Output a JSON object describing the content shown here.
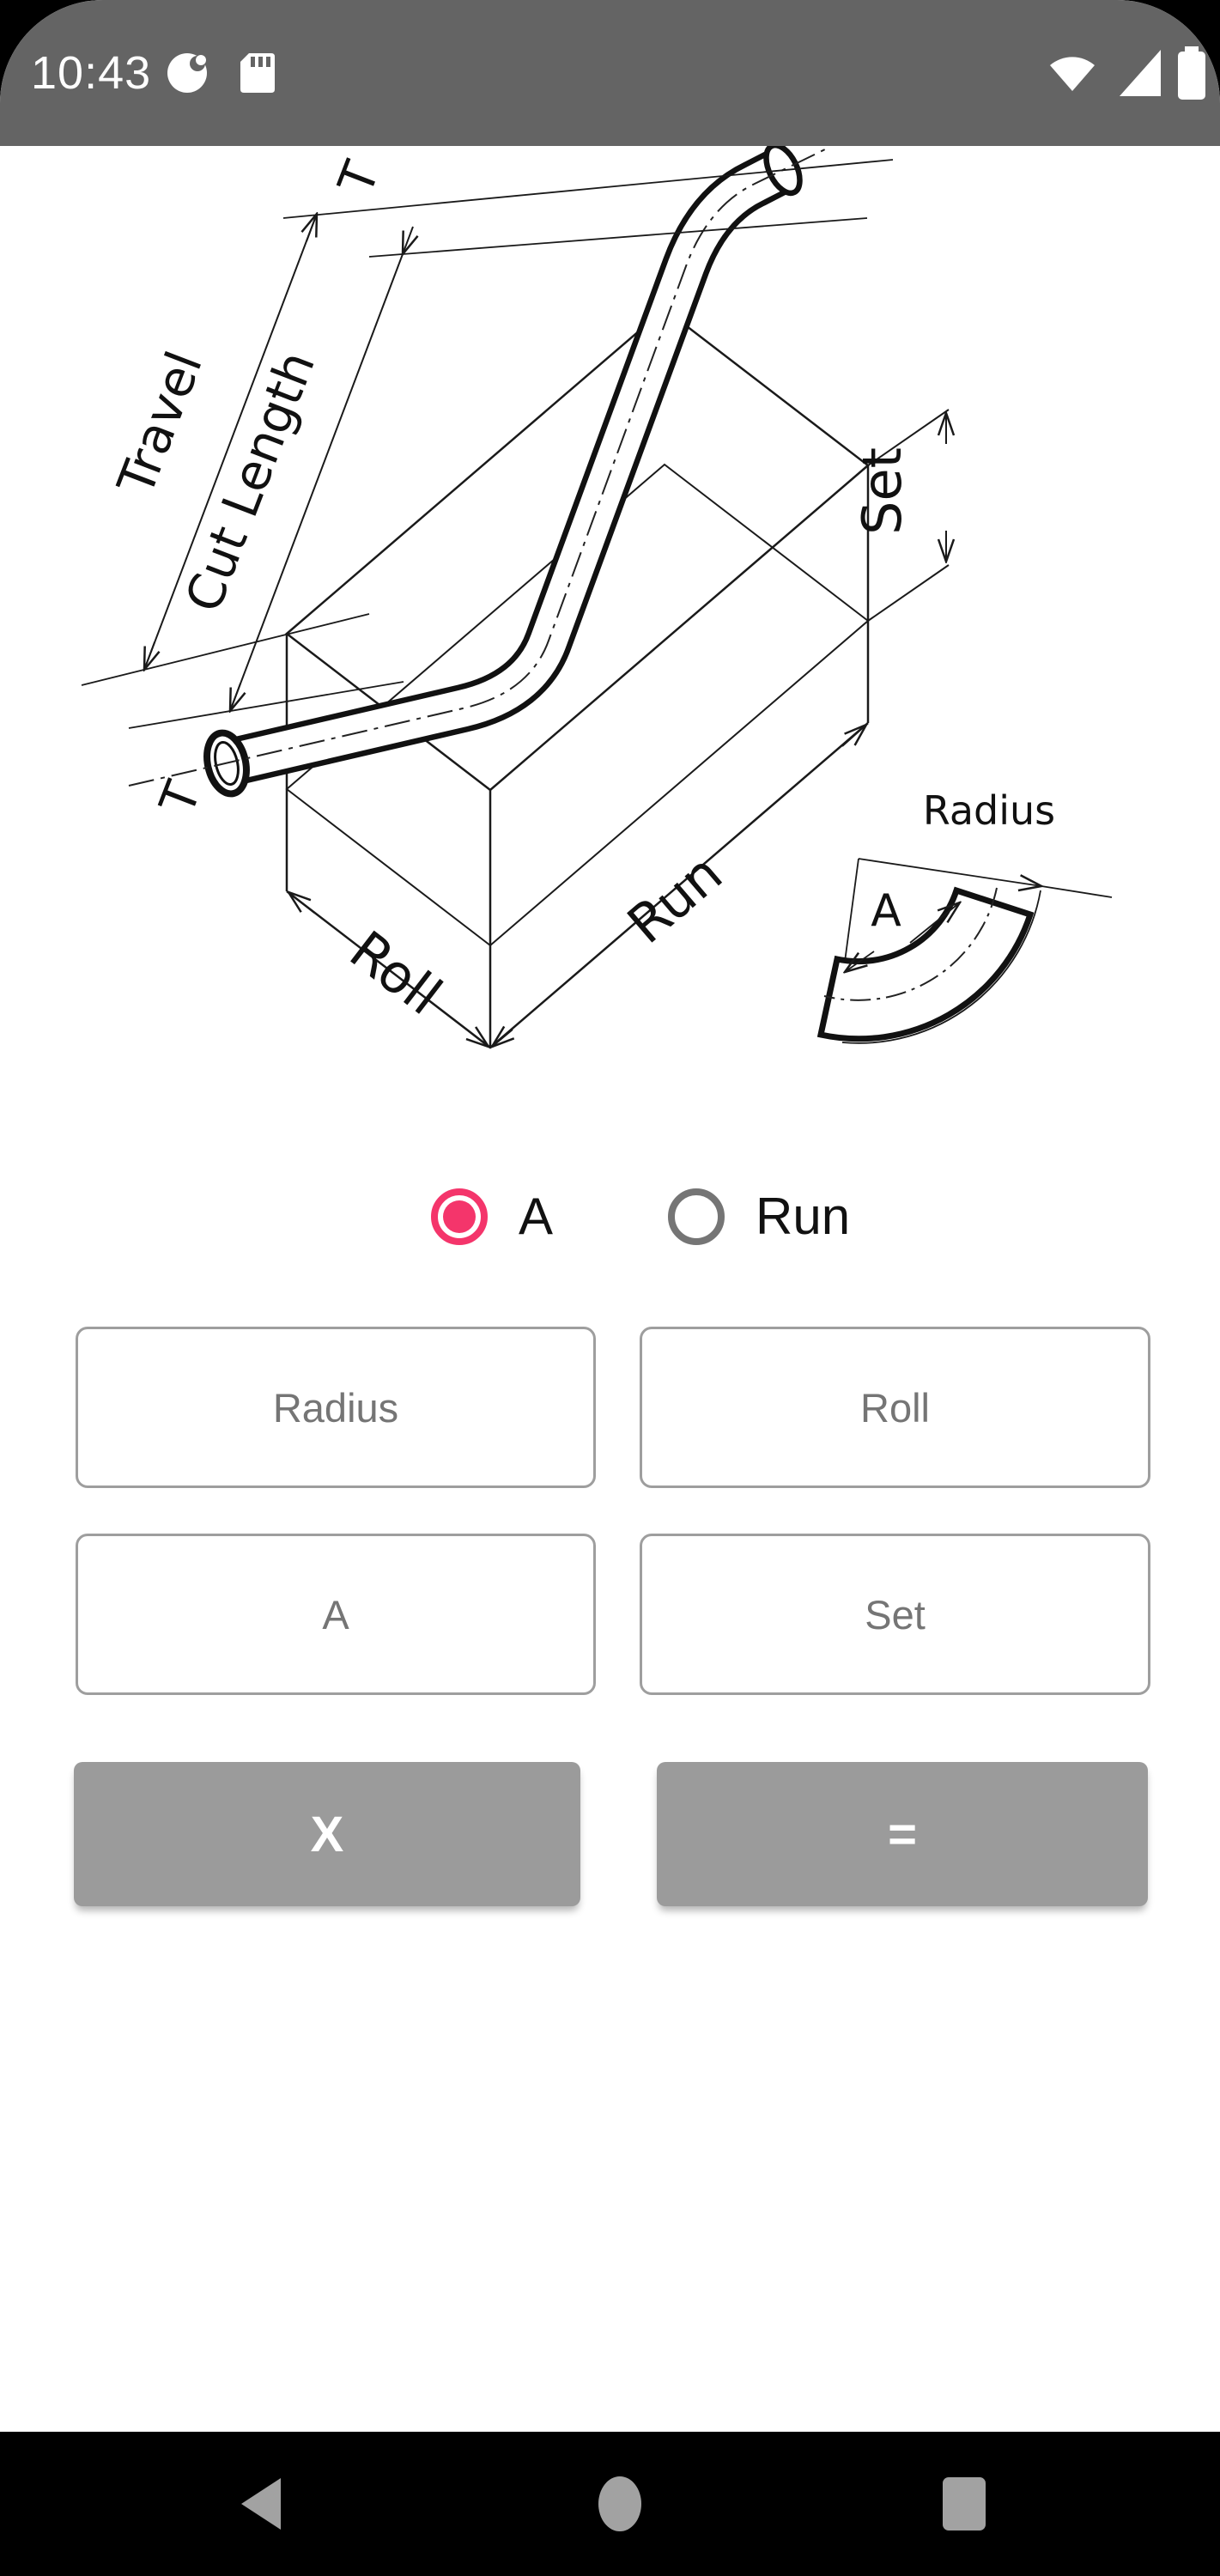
{
  "status_bar": {
    "time": "10:43",
    "icons": [
      "notification-icon",
      "sdcard-icon",
      "wifi-icon",
      "cell-signal-icon",
      "battery-icon"
    ],
    "bar_color": "#646464"
  },
  "diagram": {
    "description": "isometric rolling-offset pipe bend drawing",
    "labels": {
      "t_top": "T",
      "travel": "Travel",
      "cut_length": "Cut Length",
      "t_bottom": "T",
      "set": "Set",
      "roll": "Roll",
      "run": "Run",
      "radius": "Radius",
      "angle": "A"
    }
  },
  "radio_group": {
    "options": [
      {
        "label": "A",
        "selected": true
      },
      {
        "label": "Run",
        "selected": false
      }
    ],
    "selected_color": "#F4356B",
    "unselected_color": "#757575"
  },
  "inputs": [
    {
      "placeholder": "Radius",
      "value": ""
    },
    {
      "placeholder": "Roll",
      "value": ""
    },
    {
      "placeholder": "A",
      "value": ""
    },
    {
      "placeholder": "Set",
      "value": ""
    }
  ],
  "buttons": [
    {
      "label": "X"
    },
    {
      "label": "="
    }
  ],
  "nav_bar": {
    "icons": [
      "back-icon",
      "home-icon",
      "recents-icon"
    ],
    "icon_color": "#A2A2A2"
  },
  "colors": {
    "field_border": "#9E9E9E",
    "button_bg": "#9B9B9B",
    "placeholder_text": "#757575",
    "line_color": "#1a1a1a"
  }
}
